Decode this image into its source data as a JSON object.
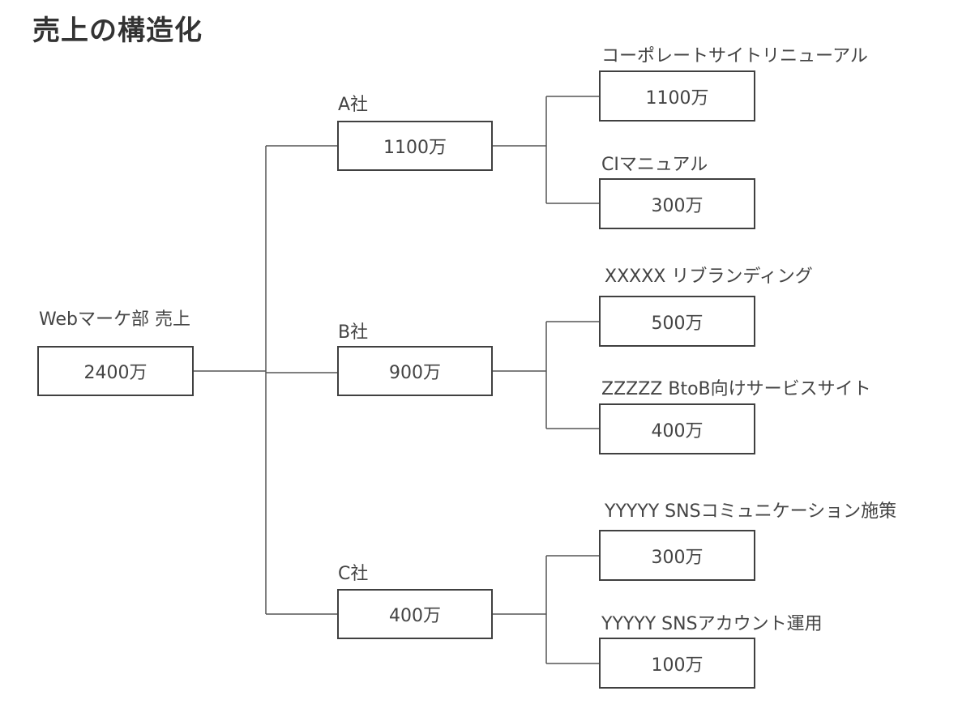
{
  "title": "売上の構造化",
  "root": {
    "label": "Webマーケ部 売上",
    "value": "2400万"
  },
  "companies": [
    {
      "label": "A社",
      "value": "1100万",
      "projects": [
        {
          "label": "コーポレートサイトリニューアル",
          "value": "1100万"
        },
        {
          "label": "CIマニュアル",
          "value": "300万"
        }
      ]
    },
    {
      "label": "B社",
      "value": "900万",
      "projects": [
        {
          "label": "XXXXX リブランディング",
          "value": "500万"
        },
        {
          "label": "ZZZZZ BtoB向けサービスサイト",
          "value": "400万"
        }
      ]
    },
    {
      "label": "C社",
      "value": "400万",
      "projects": [
        {
          "label": "YYYYY SNSコミュニケーション施策",
          "value": "300万"
        },
        {
          "label": "YYYYY SNSアカウント運用",
          "value": "100万"
        }
      ]
    }
  ]
}
